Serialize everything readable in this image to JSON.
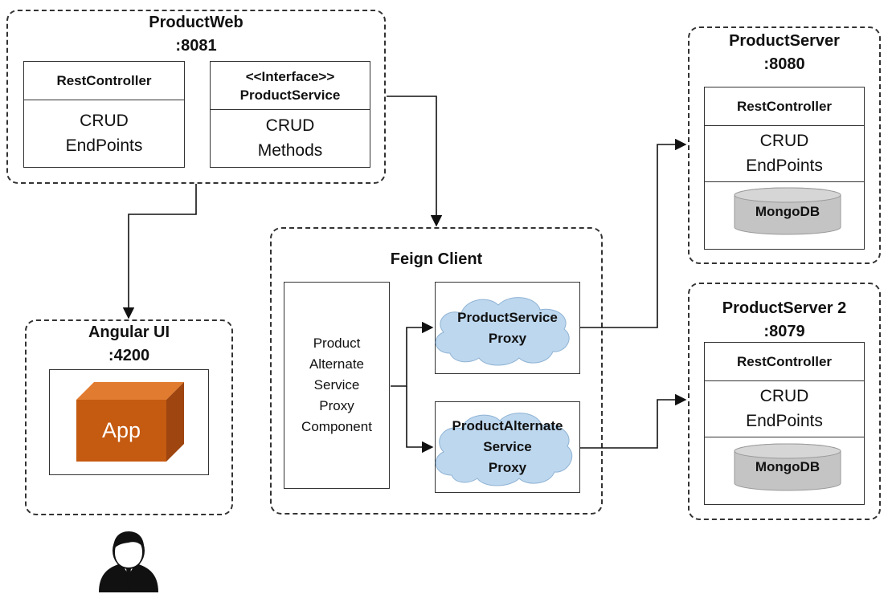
{
  "product_web": {
    "title": [
      "ProductWeb",
      ":8081"
    ],
    "rest_controller": {
      "header": "RestController",
      "body": [
        "CRUD",
        "EndPoints"
      ]
    },
    "product_service": {
      "header": [
        "<<Interface>>",
        "ProductService"
      ],
      "body": [
        "CRUD",
        "Methods"
      ]
    }
  },
  "product_server": {
    "title": [
      "ProductServer",
      ":8080"
    ],
    "rest_controller": {
      "header": "RestController",
      "body": [
        "CRUD",
        "EndPoints"
      ]
    },
    "db": "MongoDB"
  },
  "product_server_2": {
    "title": [
      "ProductServer 2",
      ":8079"
    ],
    "rest_controller": {
      "header": "RestController",
      "body": [
        "CRUD",
        "EndPoints"
      ]
    },
    "db": "MongoDB"
  },
  "feign_client": {
    "title": "Feign Client",
    "component": [
      "Product",
      "Alternate",
      "Service",
      "Proxy",
      "Component"
    ],
    "proxy_1": [
      "ProductService",
      "Proxy"
    ],
    "proxy_2": [
      "ProductAlternate",
      "Service",
      "Proxy"
    ]
  },
  "angular_ui": {
    "title": [
      "Angular UI",
      ":4200"
    ],
    "app": "App"
  },
  "colors": {
    "app_front": "#c55a11",
    "app_top": "#e07b2f",
    "app_side": "#9e4510",
    "cloud": "#bdd7ee",
    "db": "#c4c4c4"
  },
  "icons": {
    "user": "user-icon"
  }
}
